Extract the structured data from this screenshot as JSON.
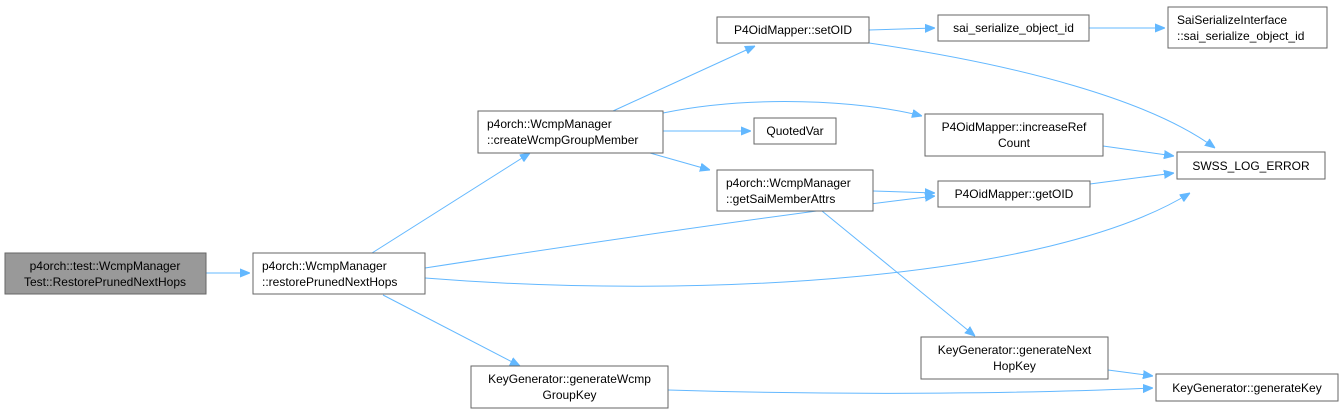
{
  "nodes": {
    "root": {
      "lines": [
        "p4orch::test::WcmpManager",
        "Test::RestorePrunedNextHops"
      ]
    },
    "restore": {
      "lines": [
        "p4orch::WcmpManager",
        "::restorePrunedNextHops"
      ]
    },
    "create": {
      "lines": [
        "p4orch::WcmpManager",
        "::createWcmpGroupMember"
      ]
    },
    "genWcmp": {
      "lines": [
        "KeyGenerator::generateWcmp",
        "GroupKey"
      ]
    },
    "setOID": {
      "lines": [
        "P4OidMapper::setOID"
      ]
    },
    "quoted": {
      "lines": [
        "QuotedVar"
      ]
    },
    "getSai": {
      "lines": [
        "p4orch::WcmpManager",
        "::getSaiMemberAttrs"
      ]
    },
    "serialize": {
      "lines": [
        "sai_serialize_object_id"
      ]
    },
    "saiIface": {
      "lines": [
        "SaiSerializeInterface",
        "::sai_serialize_object_id"
      ]
    },
    "incRef": {
      "lines": [
        "P4OidMapper::increaseRef",
        "Count"
      ]
    },
    "getOID": {
      "lines": [
        "P4OidMapper::getOID"
      ]
    },
    "logErr": {
      "lines": [
        "SWSS_LOG_ERROR"
      ]
    },
    "genNext": {
      "lines": [
        "KeyGenerator::generateNext",
        "HopKey"
      ]
    },
    "genKey": {
      "lines": [
        "KeyGenerator::generateKey"
      ]
    }
  },
  "colors": {
    "edge": "#63b8ff",
    "root_fill": "#999999",
    "node_border": "#666666"
  }
}
